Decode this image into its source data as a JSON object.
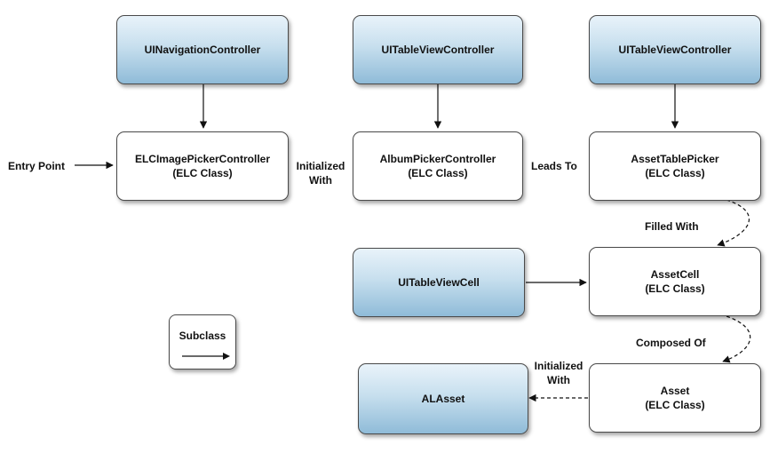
{
  "nodes": {
    "uinav": {
      "text": "UINavigationController"
    },
    "uitvc1": {
      "text": "UITableViewController"
    },
    "uitvc2": {
      "text": "UITableViewController"
    },
    "elcpicker": {
      "line1": "ELCImagePickerController",
      "line2": "(ELC Class)"
    },
    "albumpicker": {
      "line1": "AlbumPickerController",
      "line2": "(ELC Class)"
    },
    "assettablepicker": {
      "line1": "AssetTablePicker",
      "line2": "(ELC Class)"
    },
    "uitableviewcell": {
      "text": "UITableViewCell"
    },
    "assetcell": {
      "line1": "AssetCell",
      "line2": "(ELC Class)"
    },
    "asset": {
      "line1": "Asset",
      "line2": "(ELC Class)"
    },
    "alasset": {
      "text": "ALAsset"
    }
  },
  "labels": {
    "entry_point": "Entry Point",
    "initialized_with_1_line1": "Initialized",
    "initialized_with_1_line2": "With",
    "leads_to": "Leads To",
    "filled_with": "Filled With",
    "composed_of": "Composed Of",
    "initialized_with_2_line1": "Initialized",
    "initialized_with_2_line2": "With"
  },
  "legend": {
    "text": "Subclass"
  }
}
